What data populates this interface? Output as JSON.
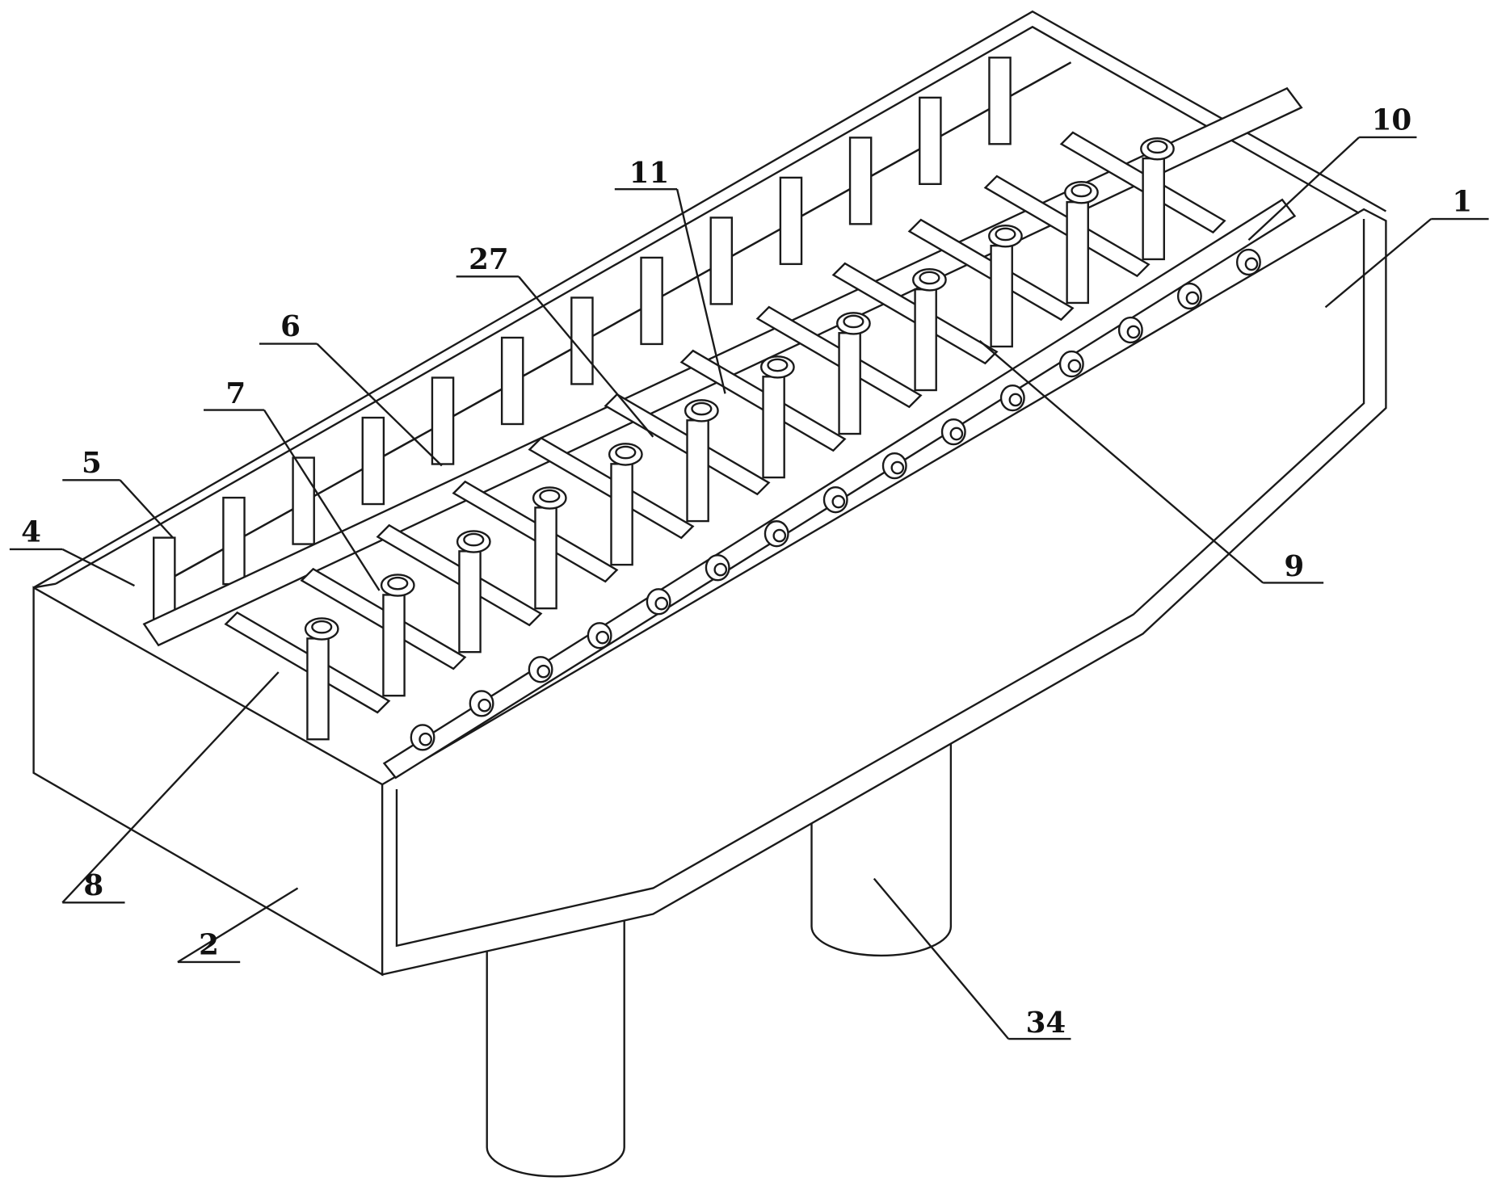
{
  "figure": {
    "labels": [
      {
        "id": "label-10",
        "text": "10"
      },
      {
        "id": "label-1",
        "text": "1"
      },
      {
        "id": "label-11",
        "text": "11"
      },
      {
        "id": "label-27",
        "text": "27"
      },
      {
        "id": "label-6",
        "text": "6"
      },
      {
        "id": "label-7",
        "text": "7"
      },
      {
        "id": "label-5",
        "text": "5"
      },
      {
        "id": "label-4",
        "text": "4"
      },
      {
        "id": "label-9",
        "text": "9"
      },
      {
        "id": "label-8",
        "text": "8"
      },
      {
        "id": "label-2",
        "text": "2"
      },
      {
        "id": "label-34",
        "text": "34"
      }
    ]
  }
}
